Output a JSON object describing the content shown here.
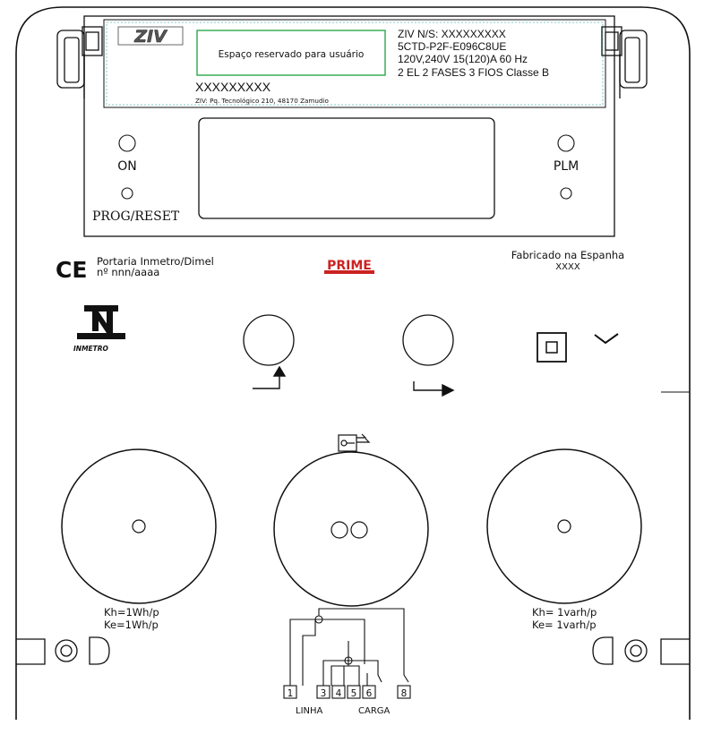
{
  "label_plate": {
    "brand_logo_text": "ZIV",
    "user_area": "Espaço reservado para usuário",
    "serial_line": "ZIV N/S: XXXXXXXXX",
    "model_line": "5CTD-P2F-E096C8UE",
    "rating_line": "120V,240V 15(120)A 60 Hz",
    "config_line": "2 EL 2 FASES 3 FIOS Classe B",
    "code_text": "XXXXXXXXX",
    "address_text": "ZIV: Pq. Tecnológico 210, 48170 Zamudio"
  },
  "panel": {
    "on_label": "ON",
    "plm_label": "PLM",
    "prog_label": "PROG/RESET"
  },
  "certification": {
    "ce_mark": "CE",
    "portaria_line1": "Portaria Inmetro/Dimel",
    "portaria_line2": "nº nnn/aaaa",
    "prime_logo_text": "PRIME",
    "manufactured_line1": "Fabricado na Espanha",
    "manufactured_line2": "XXXX",
    "inmetro_label": "INMETRO"
  },
  "constants": {
    "kh_active": "Kh=1Wh/p",
    "ke_active": "Ke=1Wh/p",
    "kh_reactive": "Kh= 1varh/p",
    "ke_reactive": "Ke= 1varh/p"
  },
  "terminals": {
    "numbers": [
      "1",
      "3",
      "4",
      "5",
      "6",
      "8"
    ],
    "linha_label": "LINHA",
    "carga_label": "CARGA"
  },
  "colors": {
    "line": "#111111",
    "label_border": "#7fc9c9",
    "user_box_border": "#2aa84a",
    "prime_red": "#cc2222"
  }
}
